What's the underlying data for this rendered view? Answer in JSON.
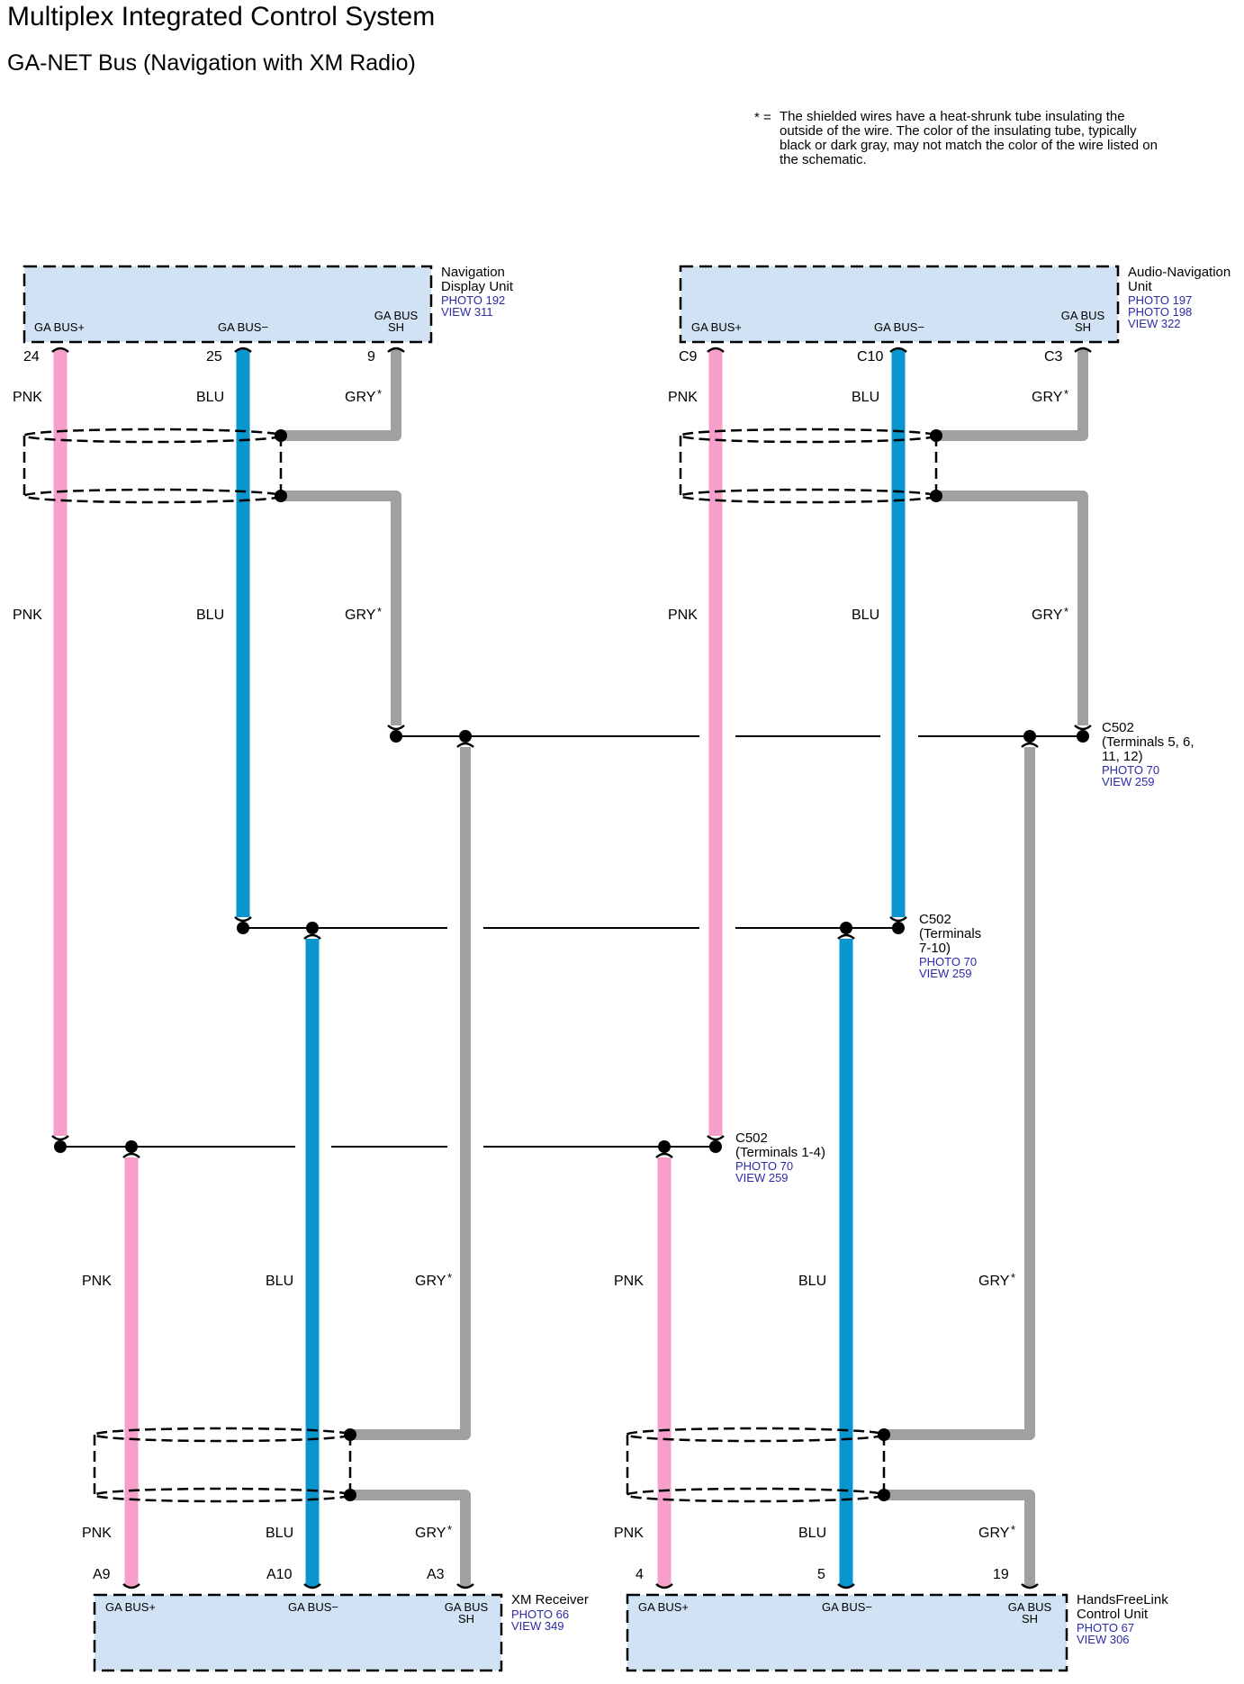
{
  "header": {
    "title": "Multiplex Integrated Control System",
    "subtitle": "GA-NET Bus (Navigation with XM Radio)",
    "note_star": "* =",
    "note": "The shielded wires have a heat-shrunk tube insulating the outside of the wire. The color of the insulating tube, typically black or dark gray, may not match the color of the wire listed on the schematic."
  },
  "colors": {
    "pnk": "#f59fca",
    "blu": "#0995cd",
    "gry": "#a0a0a0",
    "box_fill": "#d0e2f3",
    "ref": "#2b2ba8"
  },
  "units": {
    "nav": {
      "name1": "Navigation",
      "name2": "Display Unit",
      "ref1": "PHOTO 192",
      "ref2": "VIEW 311",
      "pin_pos": "GA BUS+",
      "pin_neg": "GA BUS−",
      "pin_sh1": "GA BUS",
      "pin_sh2": "SH",
      "term_pos": "24",
      "term_neg": "25",
      "term_sh": "9"
    },
    "audio": {
      "name1": "Audio-Navigation",
      "name2": "Unit",
      "ref1": "PHOTO 197",
      "ref2": "PHOTO 198",
      "ref3": "VIEW 322",
      "pin_pos": "GA BUS+",
      "pin_neg": "GA BUS−",
      "pin_sh1": "GA BUS",
      "pin_sh2": "SH",
      "term_pos": "C9",
      "term_neg": "C10",
      "term_sh": "C3"
    },
    "xm": {
      "name1": "XM Receiver",
      "ref1": "PHOTO 66",
      "ref2": "VIEW 349",
      "pin_pos": "GA BUS+",
      "pin_neg": "GA BUS−",
      "pin_sh1": "GA BUS",
      "pin_sh2": "SH",
      "term_pos": "A9",
      "term_neg": "A10",
      "term_sh": "A3"
    },
    "hfl": {
      "name1": "HandsFreeLink",
      "name2": "Control Unit",
      "ref1": "PHOTO 67",
      "ref2": "VIEW 306",
      "pin_pos": "GA BUS+",
      "pin_neg": "GA BUS−",
      "pin_sh1": "GA BUS",
      "pin_sh2": "SH",
      "term_pos": "4",
      "term_neg": "5",
      "term_sh": "19"
    }
  },
  "wires": {
    "pnk": "PNK",
    "blu": "BLU",
    "gry": "GRY",
    "star": "*"
  },
  "connectors": {
    "c502_gry": {
      "name": "C502",
      "line2": "(Terminals 5, 6,",
      "line3": "11, 12)",
      "ref1": "PHOTO 70",
      "ref2": "VIEW 259"
    },
    "c502_blu": {
      "name": "C502",
      "line2": "(Terminals",
      "line3": "7-10)",
      "ref1": "PHOTO 70",
      "ref2": "VIEW 259"
    },
    "c502_pnk": {
      "name": "C502",
      "line2": "(Terminals 1-4)",
      "ref1": "PHOTO 70",
      "ref2": "VIEW 259"
    }
  }
}
